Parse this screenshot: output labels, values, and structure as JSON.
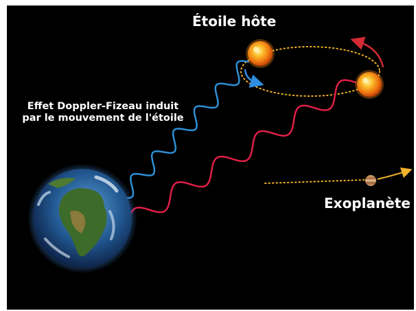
{
  "labels": {
    "star_title": "Étoile hôte",
    "doppler_effect": "Effet Doppler-Fizeau induit par le mouvement de l'étoile",
    "planet": "Exoplanète"
  },
  "colors": {
    "background": "#000000",
    "blue_wave": "#2e8fd6",
    "red_wave": "#e01f47",
    "orbit_dots": "#f1b320",
    "arrow_red": "#d42a35",
    "arrow_blue": "#2f8ee0",
    "arrow_yellow": "#f2b22a"
  },
  "icons": {
    "earth": "earth-globe-icon",
    "star": "sun-star-icon",
    "planet": "jupiter-planet-icon"
  }
}
